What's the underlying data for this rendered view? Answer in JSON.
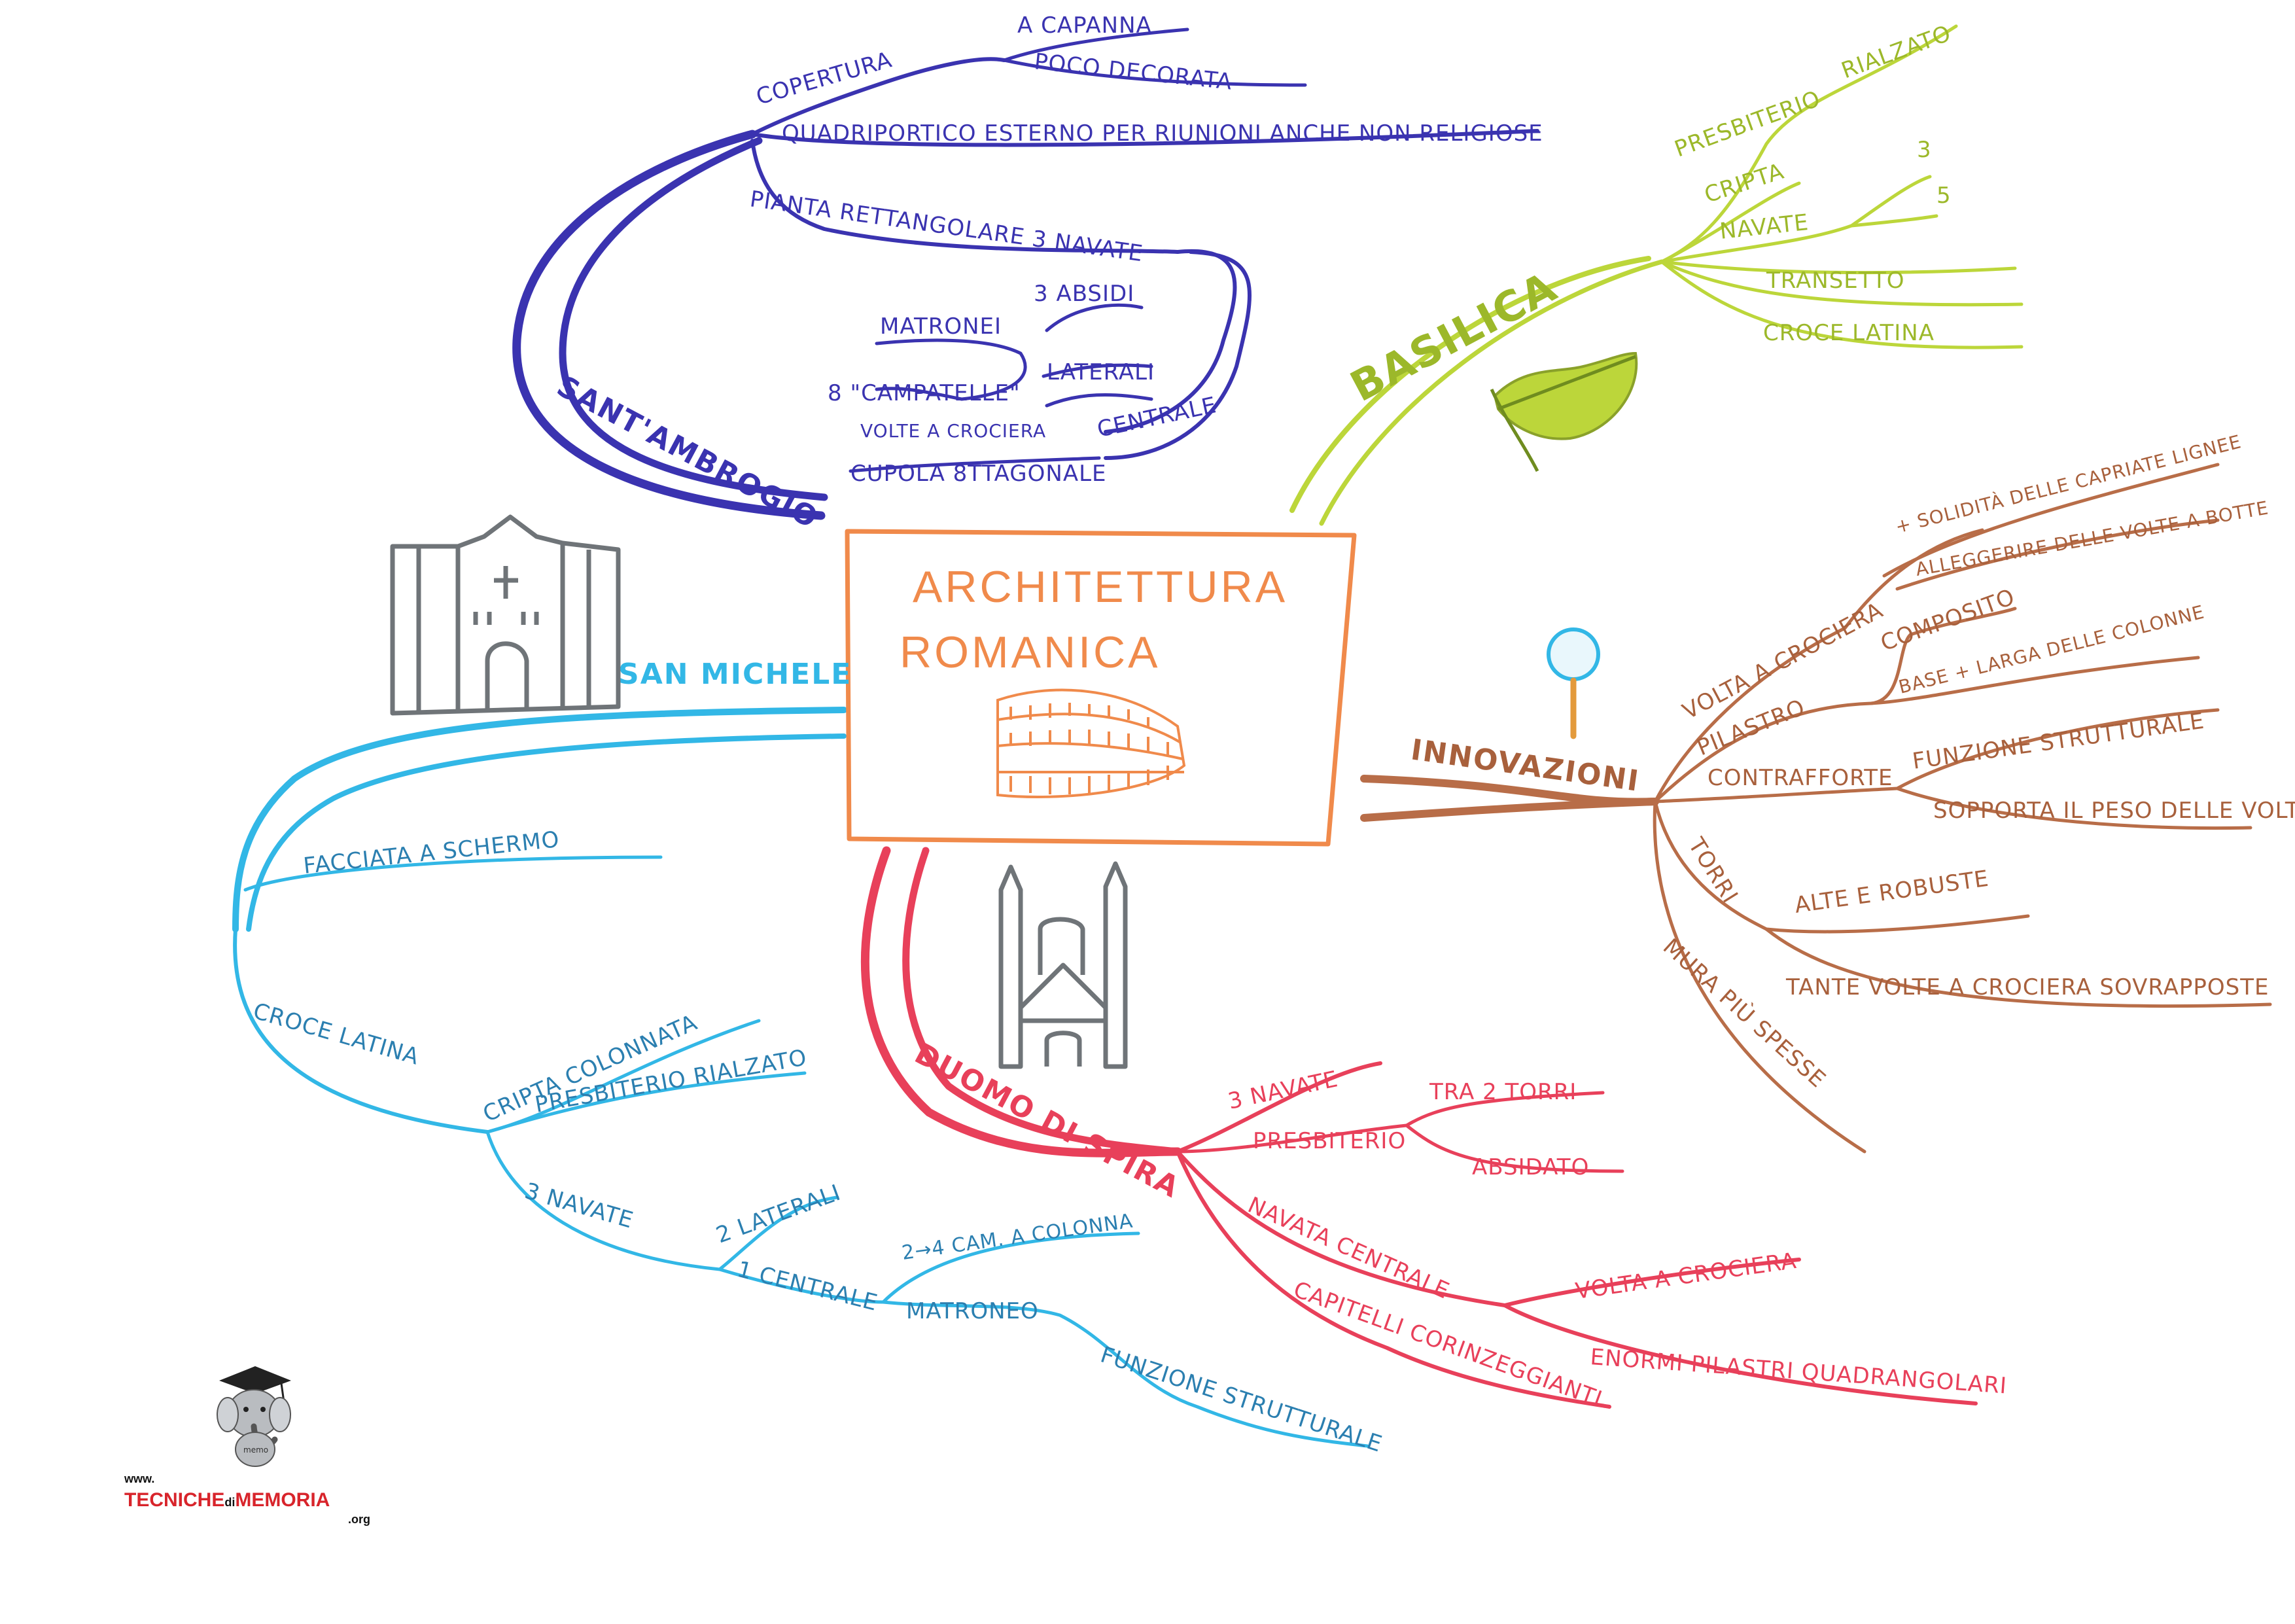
{
  "colors": {
    "center": "#f08a4b",
    "santambrogio": "#3a33b0",
    "basilica": "#bcd63a",
    "innovazioni": "#b86d48",
    "duomo": "#e8405a",
    "sanmichele": "#32b7e6",
    "drawing": "#6f7478"
  },
  "center": {
    "line1": "ARCHITETTURA",
    "line2": "ROMANICA"
  },
  "santambrogio": {
    "title": "SANT'AMBROGIO",
    "copertura": "COPERTURA",
    "capanna": "A CAPANNA",
    "decorata": "POCO DECORATA",
    "quadriportico": "QUADRIPORTICO ESTERNO PER RIUNIONI ANCHE NON RELIGIOSE",
    "pianta": "PIANTA RETTANGOLARE 3 NAVATE",
    "absidi": "3 ABSIDI",
    "matronei": "MATRONEI",
    "laterali": "LATERALI",
    "campatelle": "8 \"CAMPATELLE\"",
    "centrale": "CENTRALE",
    "volte": "VOLTE A CROCIERA",
    "cupola": "CUPOLA 8TTAGONALE"
  },
  "basilica": {
    "title": "BASILICA",
    "presbiterio": "PRESBITERIO",
    "rialzato": "RIALZATO",
    "cripta": "CRIPTA",
    "navate": "NAVATE",
    "n3": "3",
    "n5": "5",
    "transetto": "TRANSETTO",
    "croce": "CROCE LATINA"
  },
  "innovazioni": {
    "title": "INNOVAZIONI",
    "voltaCrociera": "VOLTA A CROCIERA",
    "solidita": "+ SOLIDITÀ DELLE CAPRIATE LIGNEE",
    "alleggerire": "ALLEGGERIRE DELLE VOLTE A BOTTE",
    "pilastro": "PILASTRO",
    "composito": "COMPOSITO",
    "base": "BASE + LARGA DELLE COLONNE",
    "contrafforte": "CONTRAFFORTE",
    "funzione": "FUNZIONE STRUTTURALE",
    "sopportare": "SOPPORTA IL PESO DELLE VOLTE",
    "torri": "TORRI",
    "alte": "ALTE E ROBUSTE",
    "tante": "TANTE VOLTE A CROCIERA SOVRAPPOSTE",
    "mura": "MURA PIÙ SPESSE"
  },
  "duomo": {
    "title": "DUOMO DI SPIRA",
    "navate": "3 NAVATE",
    "presbiterio": "PRESBITERIO",
    "torri": "TRA 2 TORRI",
    "absidato": "ABSIDATO",
    "navataCentrale": "NAVATA CENTRALE",
    "volta": "VOLTA A CROCIERA",
    "capitelli": "CAPITELLI CORINZEGGIANTI",
    "enormi": "ENORMI PILASTRI QUADRANGOLARI"
  },
  "sanmichele": {
    "title": "SAN MICHELE",
    "facciata": "FACCIATA A SCHERMO",
    "croce": "CROCE LATINA",
    "cripta": "CRIPTA COLONNATA",
    "presbiterio": "PRESBITERIO RIALZATO",
    "navate": "3 NAVATE",
    "laterali": "2 LATERALI",
    "centrale": "1 CENTRALE",
    "campate": "2→4 CAM. A COLONNA",
    "matroneo": "MATRONEO",
    "funzione": "FUNZIONE STRUTTURALE"
  },
  "logo": {
    "www": "www.",
    "tecniche": "TECNICHE",
    "di": "di",
    "memoria": "MEMORIA",
    "org": ".org",
    "mascot": "memo"
  }
}
